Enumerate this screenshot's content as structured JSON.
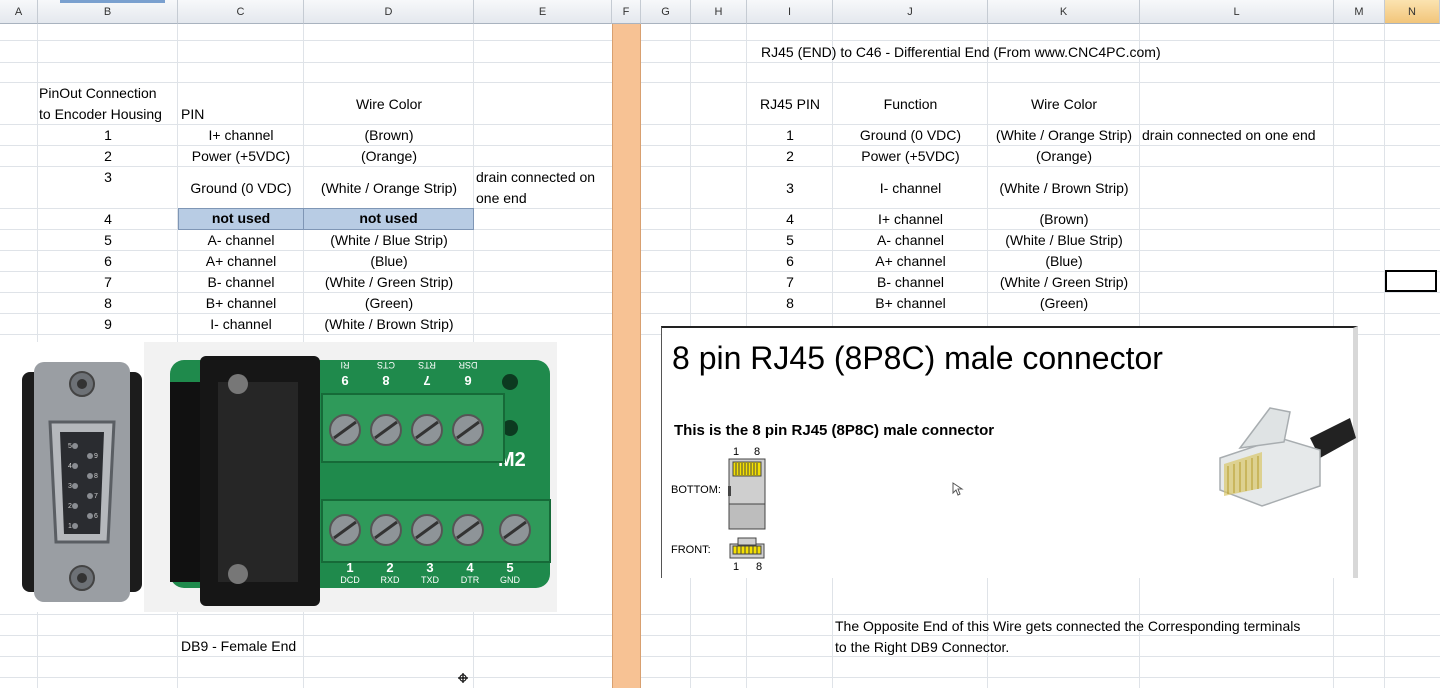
{
  "columns": [
    "A",
    "B",
    "C",
    "D",
    "E",
    "F",
    "G",
    "H",
    "I",
    "J",
    "K",
    "L",
    "M",
    "N"
  ],
  "selected_column": "N",
  "left_table": {
    "header_line1": "PinOut Connection",
    "header_line2": "to Encoder Housing",
    "col_pin": "PIN",
    "col_wire": "Wire Color",
    "rows": [
      {
        "num": "1",
        "pin": "I+ channel",
        "wire": "(Brown)"
      },
      {
        "num": "2",
        "pin": "Power (+5VDC)",
        "wire": "(Orange)"
      },
      {
        "num": "3",
        "pin": "Ground (0 VDC)",
        "wire": "(White / Orange Strip)"
      },
      {
        "num": "4",
        "pin": "not used",
        "wire": "not used"
      },
      {
        "num": "5",
        "pin": "A- channel",
        "wire": "(White / Blue Strip)"
      },
      {
        "num": "6",
        "pin": "A+ channel",
        "wire": "(Blue)"
      },
      {
        "num": "7",
        "pin": "B- channel",
        "wire": "(White / Green Strip)"
      },
      {
        "num": "8",
        "pin": "B+ channel",
        "wire": "(Green)"
      },
      {
        "num": "9",
        "pin": "I- channel",
        "wire": "(White / Brown Strip)"
      }
    ],
    "note_line1": "drain connected on",
    "note_line2": "one end",
    "caption": "DB9 - Female End"
  },
  "right_table": {
    "title": "RJ45 (END) to C46 - Differential End (From www.CNC4PC.com)",
    "col_pin": "RJ45 PIN",
    "col_function": "Function",
    "col_wire": "Wire Color",
    "rows": [
      {
        "num": "1",
        "func": "Ground (0 VDC)",
        "wire": "(White / Orange Strip)"
      },
      {
        "num": "2",
        "func": "Power (+5VDC)",
        "wire": "(Orange)"
      },
      {
        "num": "3",
        "func": "I- channel",
        "wire": "(White / Brown Strip)"
      },
      {
        "num": "4",
        "func": "I+ channel",
        "wire": "(Brown)"
      },
      {
        "num": "5",
        "func": "A- channel",
        "wire": "(White / Blue Strip)"
      },
      {
        "num": "6",
        "func": "A+ channel",
        "wire": "(Blue)"
      },
      {
        "num": "7",
        "func": "B- channel",
        "wire": "(White / Green Strip)"
      },
      {
        "num": "8",
        "func": "B+ channel",
        "wire": "(Green)"
      }
    ],
    "note": "drain connected on one end",
    "footer_line1": "The Opposite End of this Wire gets connected the Corresponding terminals",
    "footer_line2": "to the Right DB9 Connector."
  },
  "rj45_panel": {
    "title": "8 pin RJ45 (8P8C) male connector",
    "subtitle": "This is the 8 pin RJ45 (8P8C) male connector",
    "pin_first": "1",
    "pin_last": "8",
    "bottom_label": "BOTTOM:",
    "front_label": "FRONT:"
  },
  "db9_board": {
    "top_pins": [
      "9",
      "8",
      "7",
      "6"
    ],
    "top_signals": [
      "RI",
      "CTS",
      "RTS",
      "DSR"
    ],
    "bottom_pins": [
      "1",
      "2",
      "3",
      "4",
      "5"
    ],
    "bottom_signals": [
      "DCD",
      "RXD",
      "TXD",
      "DTR",
      "GND"
    ],
    "board_label": "M2",
    "plug_pins_top": [
      "5",
      "4",
      "3",
      "2",
      "1"
    ],
    "plug_pins_bottom": [
      "9",
      "8",
      "7",
      "6"
    ]
  }
}
